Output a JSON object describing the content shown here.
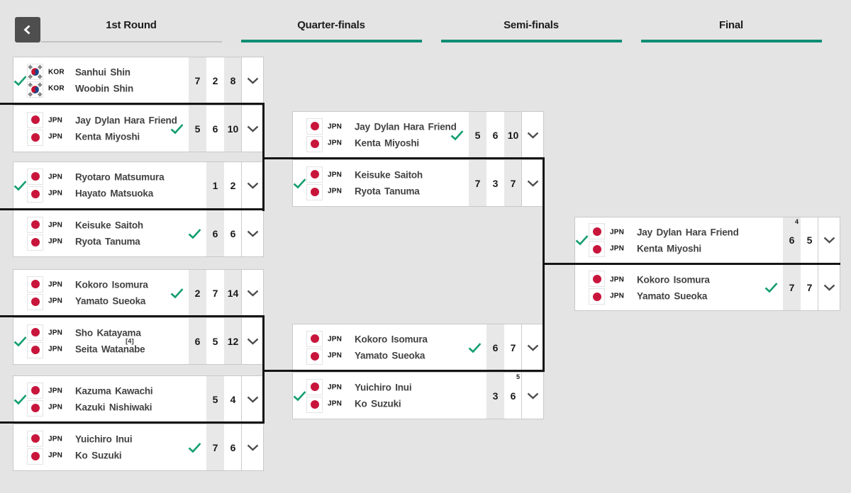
{
  "colors": {
    "accent_teal": "#0e8e74",
    "check_green": "#149e70",
    "jpn_flag_red": "#c8153c",
    "kor_flag_red": "#c8102e",
    "kor_flag_blue": "#1e4486",
    "bracket_line": "#151515"
  },
  "header": {
    "back_icon": "chevron-left",
    "rounds": [
      {
        "label": "1st Round",
        "active": false
      },
      {
        "label": "Quarter-finals",
        "active": true
      },
      {
        "label": "Semi-finals",
        "active": true
      },
      {
        "label": "Final",
        "active": true
      }
    ]
  },
  "bracket": {
    "rounds": [
      {
        "id": "r1",
        "name": "1st Round",
        "cards": [
          {
            "players": [
              {
                "flag": "KOR",
                "code": "KOR",
                "name": "Sanhui Shin"
              },
              {
                "flag": "KOR",
                "code": "KOR",
                "name": "Woobin Shin"
              }
            ],
            "winner": false,
            "seed": "",
            "scores": [
              {
                "v": "7"
              },
              {
                "v": "2"
              },
              {
                "v": "8"
              }
            ]
          },
          {
            "players": [
              {
                "flag": "JPN",
                "code": "JPN",
                "name": "Jay Dylan Hara Friend"
              },
              {
                "flag": "JPN",
                "code": "JPN",
                "name": "Kenta Miyoshi"
              }
            ],
            "winner": true,
            "seed": "",
            "scores": [
              {
                "v": "5"
              },
              {
                "v": "6"
              },
              {
                "v": "10"
              }
            ]
          },
          {
            "players": [
              {
                "flag": "JPN",
                "code": "JPN",
                "name": "Ryotaro Matsumura"
              },
              {
                "flag": "JPN",
                "code": "JPN",
                "name": "Hayato Matsuoka"
              }
            ],
            "winner": false,
            "seed": "",
            "scores": [
              {
                "v": "1"
              },
              {
                "v": "2"
              }
            ]
          },
          {
            "players": [
              {
                "flag": "JPN",
                "code": "JPN",
                "name": "Keisuke Saitoh"
              },
              {
                "flag": "JPN",
                "code": "JPN",
                "name": "Ryota Tanuma"
              }
            ],
            "winner": true,
            "seed": "",
            "scores": [
              {
                "v": "6"
              },
              {
                "v": "6"
              }
            ]
          },
          {
            "players": [
              {
                "flag": "JPN",
                "code": "JPN",
                "name": "Kokoro Isomura"
              },
              {
                "flag": "JPN",
                "code": "JPN",
                "name": "Yamato Sueoka"
              }
            ],
            "winner": true,
            "seed": "",
            "scores": [
              {
                "v": "2"
              },
              {
                "v": "7"
              },
              {
                "v": "14"
              }
            ]
          },
          {
            "players": [
              {
                "flag": "JPN",
                "code": "JPN",
                "name": "Sho Katayama"
              },
              {
                "flag": "JPN",
                "code": "JPN",
                "name": "Seita Watanabe"
              }
            ],
            "winner": false,
            "seed": "[4]",
            "scores": [
              {
                "v": "6"
              },
              {
                "v": "5"
              },
              {
                "v": "12"
              }
            ]
          },
          {
            "players": [
              {
                "flag": "JPN",
                "code": "JPN",
                "name": "Kazuma Kawachi"
              },
              {
                "flag": "JPN",
                "code": "JPN",
                "name": "Kazuki Nishiwaki"
              }
            ],
            "winner": false,
            "seed": "",
            "scores": [
              {
                "v": "5"
              },
              {
                "v": "4"
              }
            ]
          },
          {
            "players": [
              {
                "flag": "JPN",
                "code": "JPN",
                "name": "Yuichiro Inui"
              },
              {
                "flag": "JPN",
                "code": "JPN",
                "name": "Ko Suzuki"
              }
            ],
            "winner": true,
            "seed": "",
            "scores": [
              {
                "v": "7"
              },
              {
                "v": "6"
              }
            ]
          }
        ]
      },
      {
        "id": "qf",
        "name": "Quarter-finals",
        "cards": [
          {
            "players": [
              {
                "flag": "JPN",
                "code": "JPN",
                "name": "Jay Dylan Hara Friend"
              },
              {
                "flag": "JPN",
                "code": "JPN",
                "name": "Kenta Miyoshi"
              }
            ],
            "winner": true,
            "seed": "",
            "scores": [
              {
                "v": "5"
              },
              {
                "v": "6"
              },
              {
                "v": "10"
              }
            ]
          },
          {
            "players": [
              {
                "flag": "JPN",
                "code": "JPN",
                "name": "Keisuke Saitoh"
              },
              {
                "flag": "JPN",
                "code": "JPN",
                "name": "Ryota Tanuma"
              }
            ],
            "winner": false,
            "seed": "",
            "scores": [
              {
                "v": "7"
              },
              {
                "v": "3"
              },
              {
                "v": "7"
              }
            ]
          },
          {
            "players": [
              {
                "flag": "JPN",
                "code": "JPN",
                "name": "Kokoro Isomura"
              },
              {
                "flag": "JPN",
                "code": "JPN",
                "name": "Yamato Sueoka"
              }
            ],
            "winner": true,
            "seed": "",
            "scores": [
              {
                "v": "6"
              },
              {
                "v": "7"
              }
            ]
          },
          {
            "players": [
              {
                "flag": "JPN",
                "code": "JPN",
                "name": "Yuichiro Inui"
              },
              {
                "flag": "JPN",
                "code": "JPN",
                "name": "Ko Suzuki"
              }
            ],
            "winner": false,
            "seed": "",
            "scores": [
              {
                "v": "3"
              },
              {
                "v": "6",
                "sup": "5"
              }
            ]
          }
        ]
      },
      {
        "id": "sf",
        "name": "Semi-finals",
        "cards": [
          {
            "players": [
              {
                "flag": "JPN",
                "code": "JPN",
                "name": "Jay Dylan Hara Friend"
              },
              {
                "flag": "JPN",
                "code": "JPN",
                "name": "Kenta Miyoshi"
              }
            ],
            "winner": false,
            "seed": "",
            "scores": [
              {
                "v": "6",
                "sup": "4"
              },
              {
                "v": "5"
              }
            ]
          },
          {
            "players": [
              {
                "flag": "JPN",
                "code": "JPN",
                "name": "Kokoro Isomura"
              },
              {
                "flag": "JPN",
                "code": "JPN",
                "name": "Yamato Sueoka"
              }
            ],
            "winner": true,
            "seed": "",
            "scores": [
              {
                "v": "7"
              },
              {
                "v": "7"
              }
            ]
          }
        ]
      }
    ]
  }
}
